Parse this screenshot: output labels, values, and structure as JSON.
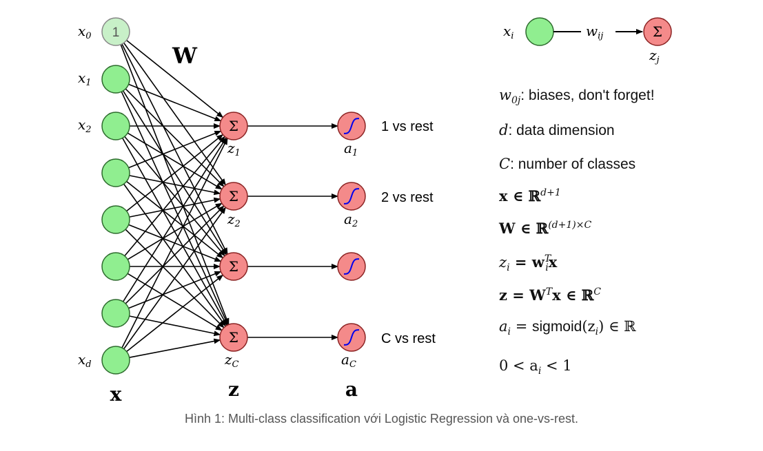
{
  "network": {
    "input_labels": {
      "x0": "x",
      "x0_sub": "0",
      "x1": "x",
      "x1_sub": "1",
      "x2": "x",
      "x2_sub": "2",
      "xd": "x",
      "xd_sub": "d"
    },
    "bias_value": "1",
    "weight_label": "W",
    "sum_symbol": "Σ",
    "z_labels": [
      {
        "t": "z",
        "s": "1"
      },
      {
        "t": "z",
        "s": "2"
      },
      {
        "t": "z",
        "s": "C"
      }
    ],
    "a_labels": [
      {
        "t": "a",
        "s": "1"
      },
      {
        "t": "a",
        "s": "2"
      },
      {
        "t": "a",
        "s": "C"
      }
    ],
    "class_labels": [
      "1 vs rest",
      "2 vs rest",
      "C vs rest"
    ],
    "layer_labels": {
      "x": "x",
      "z": "z",
      "a": "a"
    }
  },
  "legend": {
    "xi": "x",
    "xi_sub": "i",
    "wij": "w",
    "wij_sub": "ij",
    "zj": "z",
    "zj_sub": "j"
  },
  "notes": {
    "biases_sym": "w",
    "biases_sub": "0j",
    "biases_text": ": biases, don't forget!",
    "d_sym": "d",
    "d_text": ": data dimension",
    "C_sym": "C",
    "C_text": ": number of classes",
    "x_in": "x ∈ ℝ",
    "x_in_sup": "d+1",
    "W_in": "W ∈ ℝ",
    "W_in_sup": "(d+1)×C",
    "zi_eq_a": "z",
    "zi_eq_sub": "i",
    "zi_eq_b": " = w",
    "zi_eq_b_sup": "T",
    "zi_eq_b_sub": "i",
    "zi_eq_c": "x",
    "z_eq_a": "z = W",
    "z_eq_sup": "T",
    "z_eq_b": "x ∈ ℝ",
    "z_eq_sup2": "C",
    "ai_a": "a",
    "ai_sub": "i",
    "ai_b": " = ",
    "ai_fn": "sigmoid",
    "ai_c": "(z",
    "ai_c_sub": "i",
    "ai_d": ") ∈ ℝ",
    "range": "0 < a",
    "range_sub": "i",
    "range_b": " < 1"
  },
  "caption": "Hình 1: Multi-class classification với Logistic Regression và one-vs-rest.",
  "colors": {
    "input": "#90EE90",
    "input_border": "#2d6b2d",
    "bias": "#c8f0c8",
    "sum": "#f48a8a",
    "sum_border": "#8b2323",
    "sigmoid_curve": "#0000ee"
  }
}
